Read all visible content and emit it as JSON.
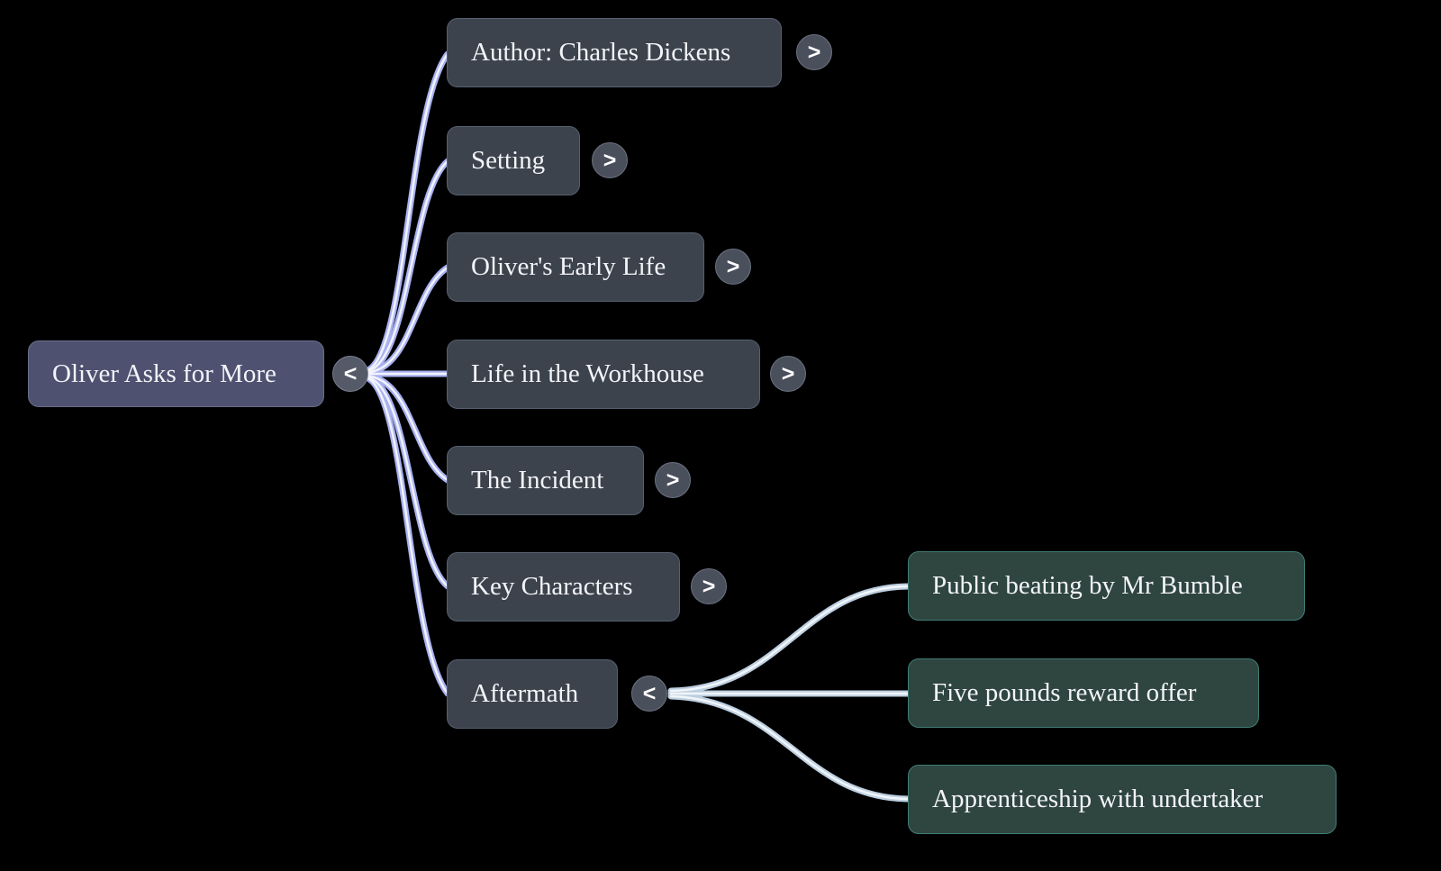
{
  "diagram": {
    "type": "mindmap",
    "title": "Oliver Asks for More",
    "background_color": "#000000",
    "root": {
      "label": "Oliver Asks for More",
      "fill": "#4e5270",
      "toggle": "<",
      "toggle_state": "expanded"
    },
    "branches": [
      {
        "label": "Author: Charles Dickens",
        "toggle": ">",
        "toggle_state": "collapsed",
        "fill": "#3c434d"
      },
      {
        "label": "Setting",
        "toggle": ">",
        "toggle_state": "collapsed",
        "fill": "#3c434d"
      },
      {
        "label": "Oliver's Early Life",
        "toggle": ">",
        "toggle_state": "collapsed",
        "fill": "#3c434d"
      },
      {
        "label": "Life in the Workhouse",
        "toggle": ">",
        "toggle_state": "collapsed",
        "fill": "#3c434d"
      },
      {
        "label": "The Incident",
        "toggle": ">",
        "toggle_state": "collapsed",
        "fill": "#3c434d"
      },
      {
        "label": "Key Characters",
        "toggle": ">",
        "toggle_state": "collapsed",
        "fill": "#3c434d"
      },
      {
        "label": "Aftermath",
        "toggle": "<",
        "toggle_state": "expanded",
        "fill": "#3c434d"
      }
    ],
    "leaves": [
      {
        "label": "Public beating by Mr Bumble",
        "parent": "Aftermath",
        "fill": "#2f4540"
      },
      {
        "label": "Five pounds reward offer",
        "parent": "Aftermath",
        "fill": "#2f4540"
      },
      {
        "label": "Apprenticeship with undertaker",
        "parent": "Aftermath",
        "fill": "#2f4540"
      }
    ],
    "edge_colors": {
      "root_branch": "#a9b2f0",
      "branch_leaf": "#bdd0e2"
    }
  }
}
